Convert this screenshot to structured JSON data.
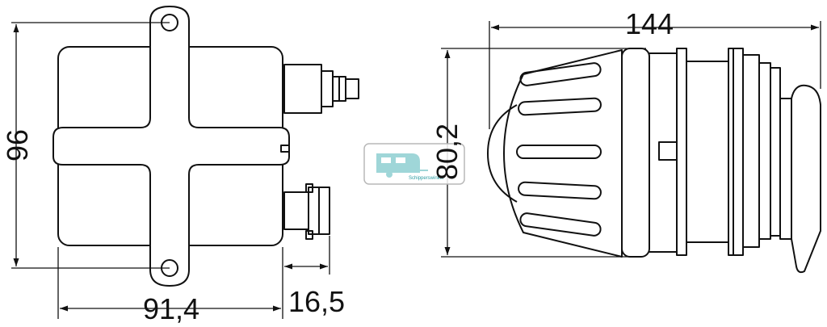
{
  "dimensions": {
    "height_front": "96",
    "width_front": "91,4",
    "connector_depth": "16,5",
    "length_side": "144",
    "diameter_side": "80,2"
  },
  "watermark": {
    "text": "Schipperswinkel",
    "color": "#2a9aa0"
  }
}
